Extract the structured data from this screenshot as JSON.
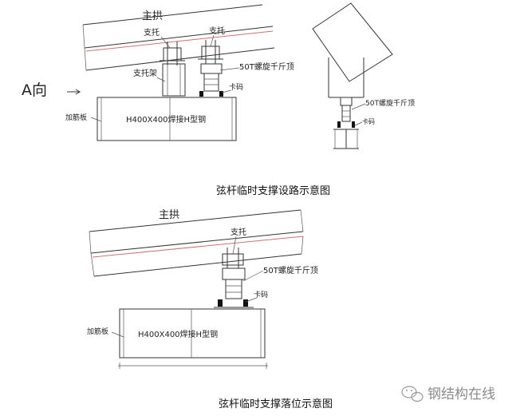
{
  "top_figure": {
    "arch_label": "主拱",
    "bracket_label_left": "支托",
    "bracket_label_right": "支托",
    "support_frame_label": "支托架",
    "jack_label": "50T螺旋千斤顶",
    "clamp_label": "卡码",
    "direction_label": "A向",
    "stiffener_label": "加筋板",
    "beam_label": "H400X400焊接H型钢",
    "side_jack_label": "50T螺旋千斤顶",
    "side_clamp_label": "卡码",
    "caption": "弦杆临时支撑设路示意图"
  },
  "bottom_figure": {
    "arch_label": "主拱",
    "bracket_label": "支托",
    "jack_label": "50T螺旋千斤顶",
    "clamp_label": "卡码",
    "stiffener_label": "加筋板",
    "beam_label": "H400X400焊接H型钢",
    "caption": "弦杆临时支撑落位示意图"
  },
  "watermark": {
    "text": "钢结构在线",
    "icon": "wechat-icon"
  }
}
